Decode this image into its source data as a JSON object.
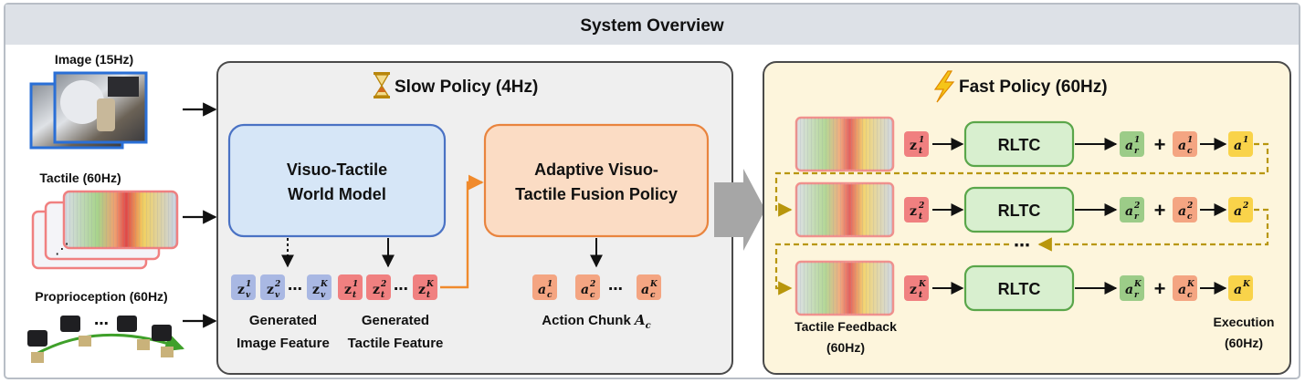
{
  "title": "System Overview",
  "inputs": {
    "image_label": "Image (15Hz)",
    "tactile_label": "Tactile (60Hz)",
    "proprio_label": "Proprioception (60Hz)"
  },
  "slow_policy": {
    "title": "Slow Policy (4Hz)",
    "world_model": {
      "line1": "Visuo-Tactile",
      "line2": "World Model"
    },
    "fusion_policy": {
      "line1": "Adaptive Visuo-",
      "line2": "Tactile Fusion Policy"
    },
    "image_feature_label": {
      "line1": "Generated",
      "line2": "Image Feature"
    },
    "tactile_feature_label": {
      "line1": "Generated",
      "line2": "Tactile Feature"
    },
    "action_chunk_label": "Action Chunk",
    "action_chunk_symbol": "A",
    "action_chunk_sub": "c",
    "ellipsis": "⋯"
  },
  "fast_policy": {
    "title": "Fast Policy (60Hz)",
    "rltc_label": "RLTC",
    "plus": "+",
    "rows_ellipsis": "⋯",
    "superscripts": [
      "1",
      "2",
      "K"
    ],
    "tactile_feedback_label": {
      "line1": "Tactile Feedback",
      "line2": "(60Hz)"
    },
    "execution_label": {
      "line1": "Execution",
      "line2": "(60Hz)"
    }
  },
  "colors": {
    "image_token": "#a9b8e3",
    "tactile_token": "#f08080",
    "action_token": "#f4a582",
    "residual_token": "#9ccc88",
    "execution_token": "#f9d34a",
    "world_model_fill": "#d6e6f7",
    "world_model_stroke": "#4a72c4",
    "fusion_fill": "#fbdcc4",
    "fusion_stroke": "#e9843e",
    "rltc_fill": "#d8efcf",
    "rltc_stroke": "#5aa64a",
    "slow_panel": "#efefef",
    "fast_panel": "#fdf5dc",
    "dashed_arrow": "#b8960c",
    "orange_arrow": "#f08a2c"
  },
  "icons": {
    "slow": "hourglass-icon",
    "fast": "lightning-icon"
  }
}
